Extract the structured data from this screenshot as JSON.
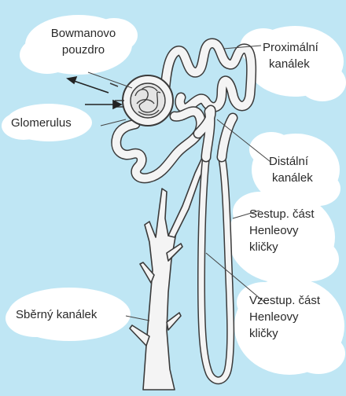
{
  "colors": {
    "background": "#bfe6f4",
    "cloud": "#ffffff",
    "tubule_fill": "#f4f4f4",
    "tubule_stroke": "#3a3a3a",
    "leader": "#444444",
    "text": "#2a2a2a"
  },
  "labels": {
    "bowman": {
      "line1": "Bowmanovo",
      "line2": "pouzdro"
    },
    "proximal": {
      "line1": "Proximální",
      "line2": "kanálek"
    },
    "glomerulus": "Glomerulus",
    "distal": {
      "line1": "Distální",
      "line2": "kanálek"
    },
    "descending": {
      "line1": "Sestup. část",
      "line2": "Henleovy",
      "line3": "kličky"
    },
    "ascending": {
      "line1": "Vzestup. část",
      "line2": "Henleovy",
      "line3": "kličky"
    },
    "collecting": "Sběrný kanálek"
  }
}
